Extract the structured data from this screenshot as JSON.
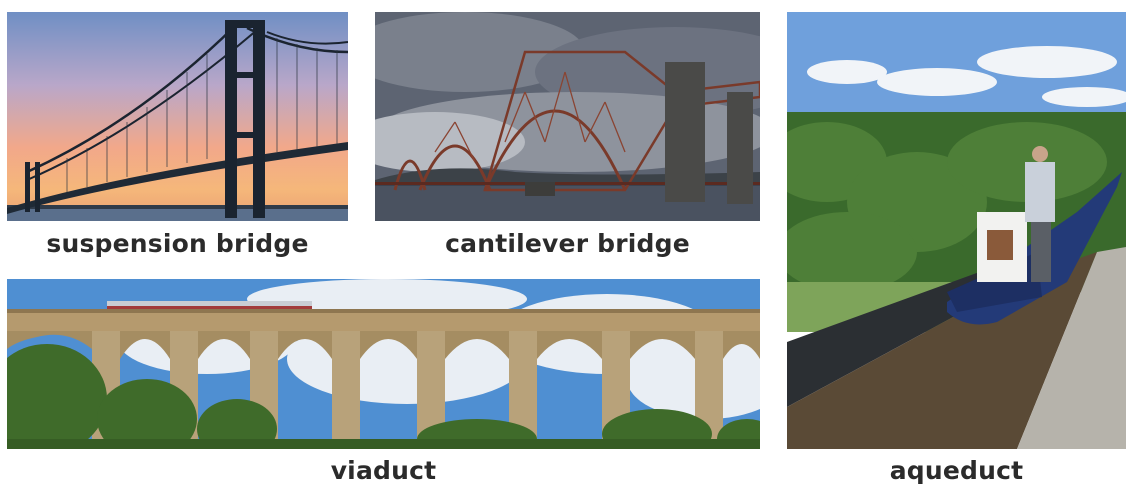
{
  "captions": {
    "suspension": "suspension bridge",
    "cantilever": "cantilever bridge",
    "viaduct": "viaduct",
    "aqueduct": "aqueduct"
  }
}
